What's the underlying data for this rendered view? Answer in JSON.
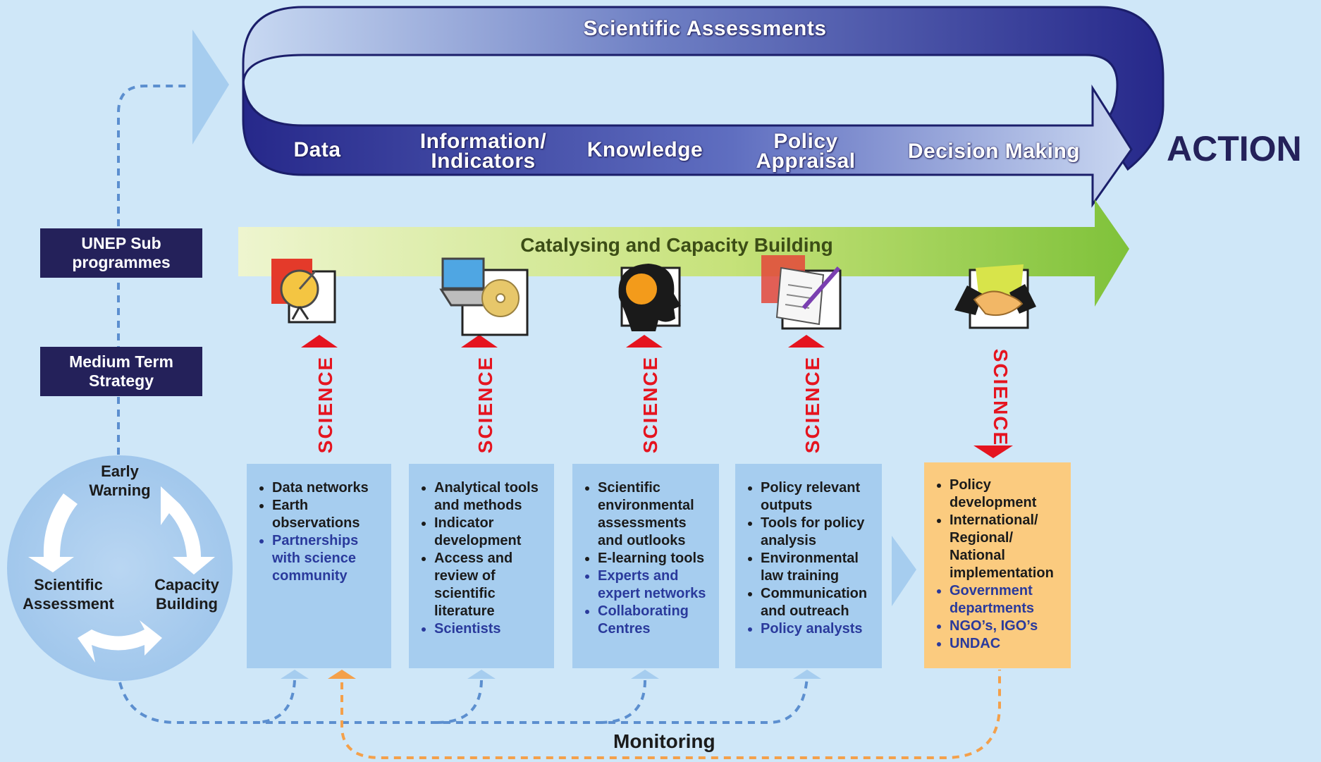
{
  "top_band": {
    "title": "Scientific Assessments",
    "steps": [
      "Data",
      "Information/ Indicators",
      "Knowledge",
      "Policy Appraisal",
      "Decision Making"
    ]
  },
  "action_label": "ACTION",
  "green_band_label": "Catalysing and Capacity Building",
  "left_boxes": {
    "sub_programmes": "UNEP Sub programmes",
    "strategy": "Medium Term Strategy"
  },
  "cycle": {
    "top": "Early Warning",
    "left": "Scientific Assessment",
    "right": "Capacity Building"
  },
  "science_label": "SCIENCE",
  "icons": [
    "satellite-dish-icon",
    "laptop-cd-icon",
    "head-profile-icon",
    "document-pen-icon",
    "handshake-icon"
  ],
  "columns": [
    {
      "items": [
        {
          "text": "Data networks",
          "blue": false
        },
        {
          "text": "Earth observations",
          "blue": false
        },
        {
          "text": "Partnerships with science community",
          "blue": true
        }
      ]
    },
    {
      "items": [
        {
          "text": "Analytical tools and methods",
          "blue": false
        },
        {
          "text": "Indicator development",
          "blue": false
        },
        {
          "text": "Access and review of scientific literature",
          "blue": false
        },
        {
          "text": "Scientists",
          "blue": true
        }
      ]
    },
    {
      "items": [
        {
          "text": "Scientific environmental assessments and outlooks",
          "blue": false
        },
        {
          "text": "E-learning tools",
          "blue": false
        },
        {
          "text": "Experts and expert networks",
          "blue": true
        },
        {
          "text": "Collaborating Centres",
          "blue": true
        }
      ]
    },
    {
      "items": [
        {
          "text": "Policy relevant outputs",
          "blue": false
        },
        {
          "text": "Tools for policy analysis",
          "blue": false
        },
        {
          "text": "Environmental law training",
          "blue": false
        },
        {
          "text": "Communication and outreach",
          "blue": false
        },
        {
          "text": "Policy analysts",
          "blue": true
        }
      ]
    },
    {
      "items": [
        {
          "text": "Policy development",
          "blue": false
        },
        {
          "text": "International/ Regional/ National implementation",
          "blue": false
        },
        {
          "text": "Government departments",
          "blue": true
        },
        {
          "text": "NGO’s, IGO’s",
          "blue": true
        },
        {
          "text": "UNDAC",
          "blue": true
        }
      ]
    }
  ],
  "monitoring_label": "Monitoring",
  "colors": {
    "navy": "#24215a",
    "science_red": "#e5141f",
    "green_band": "#8cc63f",
    "column_blue": "#a6cdef",
    "column_orange": "#fbcb7f",
    "dashed_blue": "#5c8fcf",
    "dashed_orange": "#f4a04a"
  }
}
